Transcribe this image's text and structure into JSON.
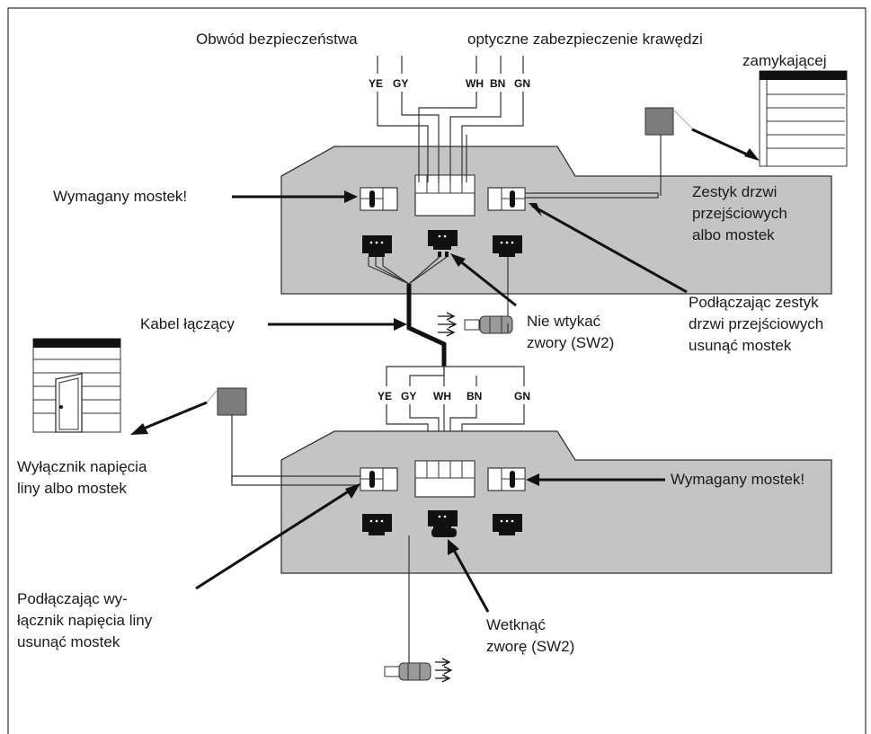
{
  "labels": {
    "safety_circuit": "Obwód bezpieczeństwa",
    "optical_edge_1": "optyczne zabezpieczenie krawędzi",
    "optical_edge_2": "zamykającej",
    "bridge_required_top": "Wymagany mostek!",
    "wicket_contact_1": "Zestyk drzwi",
    "wicket_contact_2": "przejściowych",
    "wicket_contact_3": "albo mostek",
    "connect_wicket_1": "Podłączając zestyk",
    "connect_wicket_2": "drzwi przejściowych",
    "connect_wicket_3": "usunąć mostek",
    "connecting_cable": "Kabel łączący",
    "no_jumper_1": "Nie wtykać",
    "no_jumper_2": "zwory (SW2)",
    "slack_switch_1": "Wyłącznik napięcia",
    "slack_switch_2": "liny albo mostek",
    "bridge_required_bottom": "Wymagany mostek!",
    "connect_slack_1": "Podłączając wy-",
    "connect_slack_2": "łącznik napięcia liny",
    "connect_slack_3": "usunąć mostek",
    "insert_jumper_1": "Wetknąć",
    "insert_jumper_2": "zworę (SW2)"
  },
  "wires_top": [
    "YE",
    "GY",
    "WH",
    "BN",
    "GN"
  ],
  "wires_bottom": [
    "YE",
    "GY",
    "WH",
    "BN",
    "GN"
  ],
  "colors": {
    "board": "#c4c4c4",
    "line": "#333333",
    "arrow": "#111111"
  }
}
